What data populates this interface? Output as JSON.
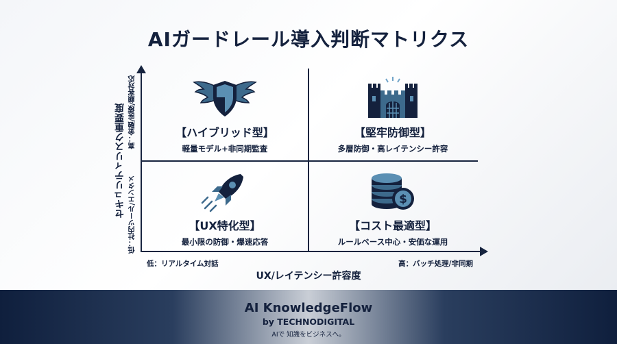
{
  "title": "AIガードレール導入判断マトリクス",
  "axes": {
    "x_title": "UX/レイテンシー許容度",
    "x_low": "低：リアルタイム対話",
    "x_high": "高：バッチ処理/非同期",
    "y_title": "セキュリティリスク重要度",
    "y_high": "高：金融/医療/顧客対応",
    "y_low": "低：社内ツール/エンタメ"
  },
  "quadrants": {
    "top_left": {
      "icon": "shield-wings-icon",
      "name": "【ハイブリッド型】",
      "desc": "軽量モデル+非同期監査"
    },
    "top_right": {
      "icon": "castle-icon",
      "name": "【堅牢防御型】",
      "desc": "多層防御・高レイテンシー許容"
    },
    "bottom_left": {
      "icon": "rocket-icon",
      "name": "【UX特化型】",
      "desc": "最小限の防御・爆速応答"
    },
    "bottom_right": {
      "icon": "coin-stack-icon",
      "name": "【コスト最適型】",
      "desc": "ルールベース中心・安価な運用"
    }
  },
  "colors": {
    "navy": "#14213d",
    "steel": "#3d6a8c"
  },
  "footer": {
    "brand": "AI KnowledgeFlow",
    "by": "by TECHNODIGITAL",
    "tagline": "AIで 知識をビジネスへ。"
  }
}
